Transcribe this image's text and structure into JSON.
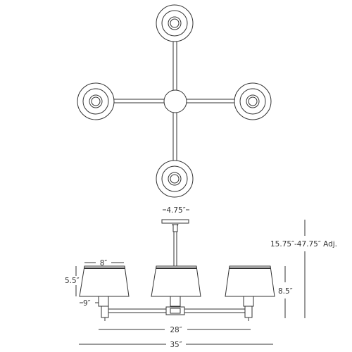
{
  "drawing": {
    "top_view": {
      "arm_positions": [
        "top",
        "left",
        "right",
        "bottom"
      ]
    },
    "dimensions": {
      "canopy_width": "4.75″",
      "height_adjustable": "15.75″-47.75″ Adj.",
      "shade_top_width": "8″",
      "shade_height": "5.5″",
      "shade_bottom_width": "9″",
      "fixture_height": "8.5″",
      "arm_span": "28″",
      "overall_width": "35″"
    },
    "colors": {
      "line": "#333333",
      "shade_fill": "#ffffff"
    }
  }
}
